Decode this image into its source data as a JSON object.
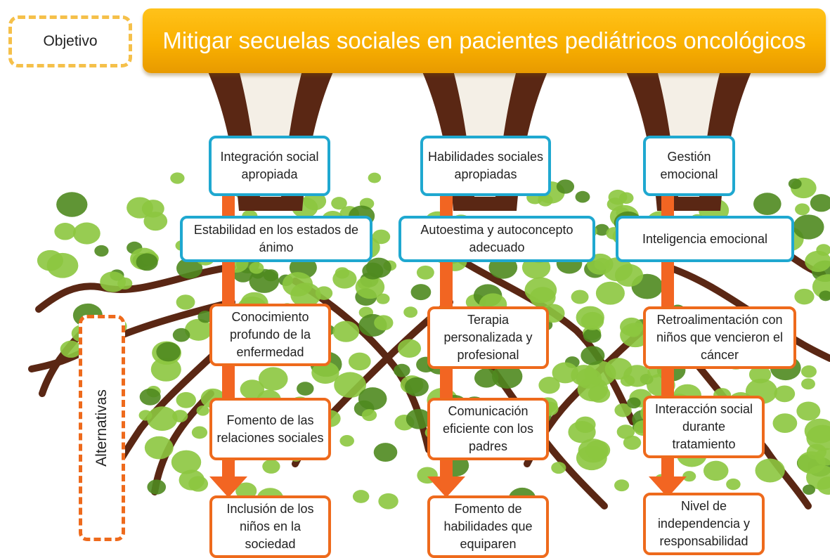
{
  "objective": {
    "tag": "Objetivo",
    "title": "Mitigar secuelas sociales en pacientes pediátricos oncológicos"
  },
  "alternatives_tag": "Alternativas",
  "columns": [
    {
      "goals": [
        "Integración social apropiada",
        "Estabilidad en los estados de ánimo"
      ],
      "alternatives": [
        "Conocimiento profundo de la enfermedad",
        "Fomento de las relaciones sociales",
        "Inclusión de los niños en la sociedad"
      ]
    },
    {
      "goals": [
        "Habilidades sociales apropiadas",
        "Autoestima y autoconcepto adecuado"
      ],
      "alternatives": [
        "Terapia personalizada y profesional",
        "Comunicación eficiente con los padres",
        "Fomento de habilidades que equiparen"
      ]
    },
    {
      "goals": [
        "Gestión emocional",
        "Inteligencia emocional"
      ],
      "alternatives": [
        "Retroalimentación con niños que vencieron el cáncer",
        "Interacción social durante tratamiento",
        "Nivel de independencia y responsabilidad"
      ]
    }
  ],
  "colors": {
    "trunk": "#5a2714",
    "trunk_highlight": "#f4efe6",
    "foliage": "#8cc63f",
    "foliage_dark": "#4f8a1f",
    "arrow": "#f26522",
    "goal_border": "#1fa8d0",
    "alternative_border": "#ee6a1c",
    "objective_banner": "#f9b000"
  }
}
